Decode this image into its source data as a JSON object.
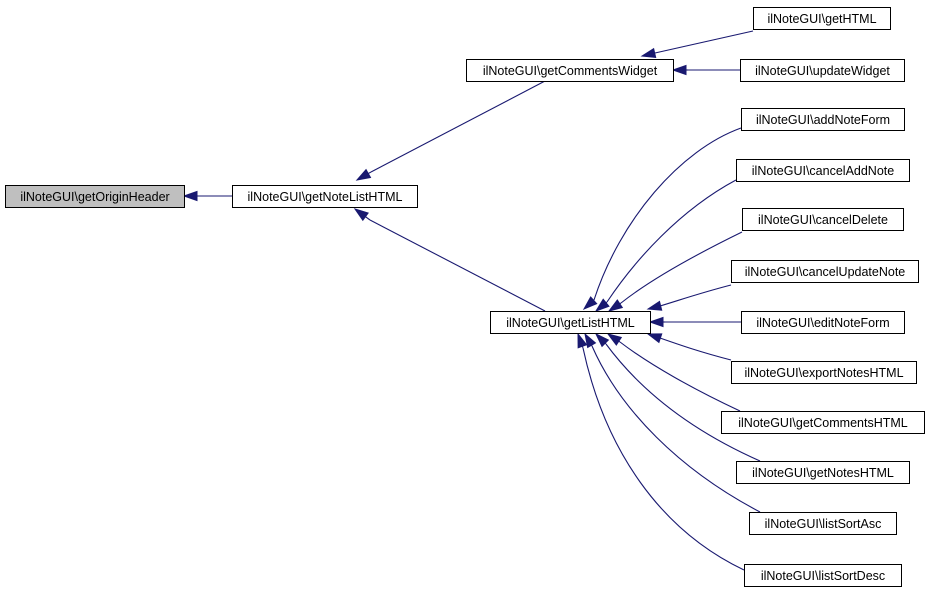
{
  "graph": {
    "colors": {
      "highlight_fill": "#bfbfbf",
      "node_fill": "#ffffff",
      "node_border": "#000000",
      "edge": "#191970"
    },
    "nodes": [
      {
        "id": "getOriginHeader",
        "label": "ilNoteGUI\\getOriginHeader",
        "highlighted": true
      },
      {
        "id": "getNoteListHTML",
        "label": "ilNoteGUI\\getNoteListHTML"
      },
      {
        "id": "getCommentsWidget",
        "label": "ilNoteGUI\\getCommentsWidget"
      },
      {
        "id": "getListHTML",
        "label": "ilNoteGUI\\getListHTML"
      },
      {
        "id": "getHTML",
        "label": "ilNoteGUI\\getHTML"
      },
      {
        "id": "updateWidget",
        "label": "ilNoteGUI\\updateWidget"
      },
      {
        "id": "addNoteForm",
        "label": "ilNoteGUI\\addNoteForm"
      },
      {
        "id": "cancelAddNote",
        "label": "ilNoteGUI\\cancelAddNote"
      },
      {
        "id": "cancelDelete",
        "label": "ilNoteGUI\\cancelDelete"
      },
      {
        "id": "cancelUpdateNote",
        "label": "ilNoteGUI\\cancelUpdateNote"
      },
      {
        "id": "editNoteForm",
        "label": "ilNoteGUI\\editNoteForm"
      },
      {
        "id": "exportNotesHTML",
        "label": "ilNoteGUI\\exportNotesHTML"
      },
      {
        "id": "getCommentsHTML",
        "label": "ilNoteGUI\\getCommentsHTML"
      },
      {
        "id": "getNotesHTML",
        "label": "ilNoteGUI\\getNotesHTML"
      },
      {
        "id": "listSortAsc",
        "label": "ilNoteGUI\\listSortAsc"
      },
      {
        "id": "listSortDesc",
        "label": "ilNoteGUI\\listSortDesc"
      }
    ],
    "edges": [
      {
        "from": "getNoteListHTML",
        "to": "getOriginHeader"
      },
      {
        "from": "getCommentsWidget",
        "to": "getNoteListHTML"
      },
      {
        "from": "getListHTML",
        "to": "getNoteListHTML"
      },
      {
        "from": "getHTML",
        "to": "getCommentsWidget"
      },
      {
        "from": "updateWidget",
        "to": "getCommentsWidget"
      },
      {
        "from": "addNoteForm",
        "to": "getListHTML"
      },
      {
        "from": "cancelAddNote",
        "to": "getListHTML"
      },
      {
        "from": "cancelDelete",
        "to": "getListHTML"
      },
      {
        "from": "cancelUpdateNote",
        "to": "getListHTML"
      },
      {
        "from": "editNoteForm",
        "to": "getListHTML"
      },
      {
        "from": "exportNotesHTML",
        "to": "getListHTML"
      },
      {
        "from": "getCommentsHTML",
        "to": "getListHTML"
      },
      {
        "from": "getNotesHTML",
        "to": "getListHTML"
      },
      {
        "from": "listSortAsc",
        "to": "getListHTML"
      },
      {
        "from": "listSortDesc",
        "to": "getListHTML"
      }
    ]
  }
}
